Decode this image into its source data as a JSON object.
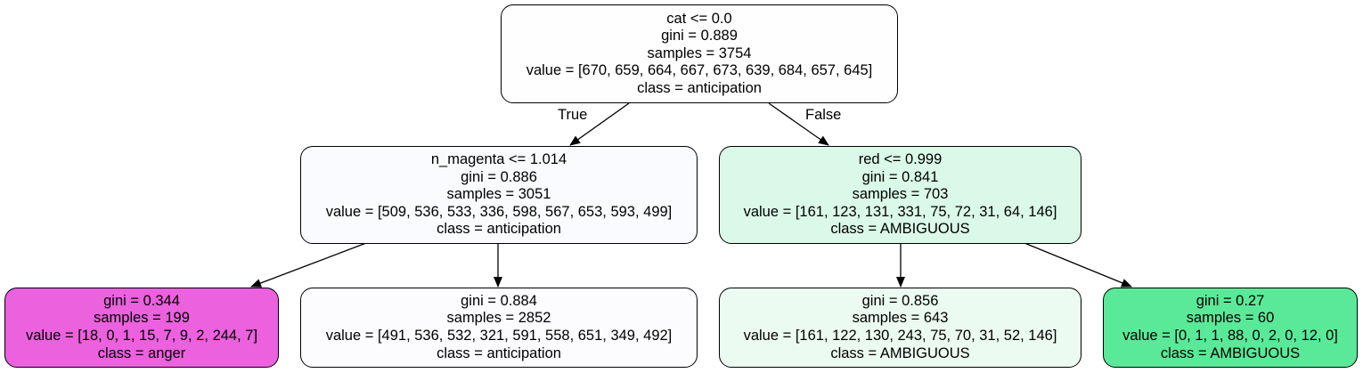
{
  "tree": {
    "root": {
      "split": "cat <= 0.0",
      "gini": "gini = 0.889",
      "samples": "samples = 3754",
      "value": "value = [670, 659, 664, 667, 673, 639, 684, 657, 645]",
      "class": "class = anticipation",
      "fill": "#fffeff"
    },
    "left": {
      "split": "n_magenta <= 1.014",
      "gini": "gini = 0.886",
      "samples": "samples = 3051",
      "value": "value = [509, 536, 533, 336, 598, 567, 653, 593, 499]",
      "class": "class = anticipation",
      "fill": "#fafbfe"
    },
    "right": {
      "split": "red <= 0.999",
      "gini": "gini = 0.841",
      "samples": "samples = 703",
      "value": "value = [161, 123, 131, 331, 75, 72, 31, 64, 146]",
      "class": "class = AMBIGUOUS",
      "fill": "#dbf9e8"
    },
    "ll": {
      "gini": "gini = 0.344",
      "samples": "samples = 199",
      "value": "value = [18, 0, 1, 15, 7, 9, 2, 244, 7]",
      "class": "class = anger",
      "fill": "#eb61de"
    },
    "lr": {
      "gini": "gini = 0.884",
      "samples": "samples = 2852",
      "value": "value = [491, 536, 532, 321, 591, 558, 651, 349, 492]",
      "class": "class = anticipation",
      "fill": "#fcfbfe"
    },
    "rl": {
      "gini": "gini = 0.856",
      "samples": "samples = 643",
      "value": "value = [161, 122, 130, 243, 75, 70, 31, 52, 146]",
      "class": "class = AMBIGUOUS",
      "fill": "#ebfbf1"
    },
    "rr": {
      "gini": "gini = 0.27",
      "samples": "samples = 60",
      "value": "value = [0, 1, 1, 88, 0, 2, 0, 12, 0]",
      "class": "class = AMBIGUOUS",
      "fill": "#5ae998"
    }
  },
  "edge_labels": {
    "true": "True",
    "false": "False"
  }
}
